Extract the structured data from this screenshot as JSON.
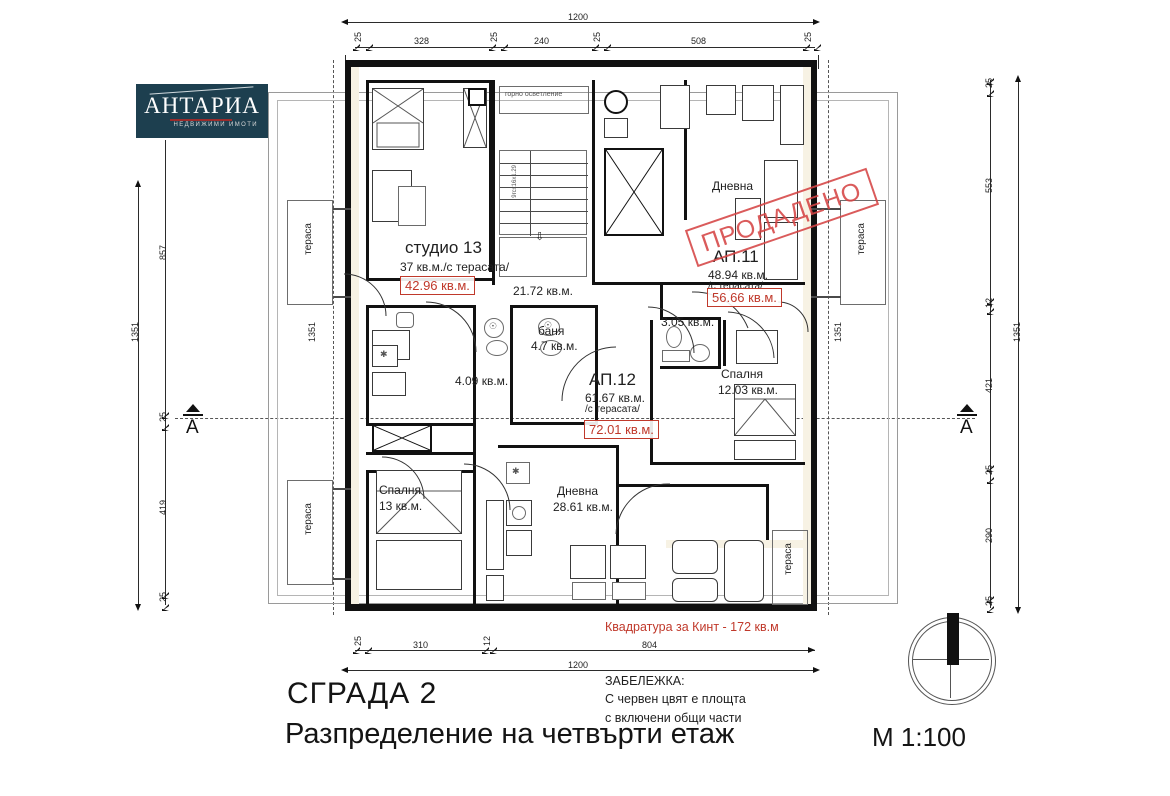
{
  "logo": {
    "name": "АНТАРИА",
    "tagline": "НЕДВИЖИМИ ИМОТИ"
  },
  "titles": {
    "building": "СГРАДА  2",
    "subtitle": "Разпределение на четвърти етаж",
    "scale": "М 1:100"
  },
  "note": {
    "heading": "ЗАБЕЛЕЖКА:",
    "line1": "С червен цвят е площта",
    "line2": "с включени общи части"
  },
  "kint": "Квадратура за Кинт - 172 кв.м",
  "stamp": "ПРОДАДЕНО",
  "units": [
    {
      "id": "studio-13",
      "title": "студио  13",
      "area": "37 кв.м./с терасата/",
      "area_red": "42.96 кв.м."
    },
    {
      "id": "ap-11",
      "title": "АП.11",
      "area": "48.94 кв.м.",
      "area_sub": "/с терасата/",
      "area_red": "56.66 кв.м."
    },
    {
      "id": "ap-12",
      "title": "АП.12",
      "area": "61.67 кв.м.",
      "area_sub": "/с терасата/",
      "area_red": "72.01 кв.м."
    }
  ],
  "rooms": [
    {
      "id": "studio-main",
      "name": "",
      "area": "21.72 кв.м."
    },
    {
      "id": "ap11-living",
      "name": "Дневна",
      "area": ""
    },
    {
      "id": "ap11-bath",
      "name": "",
      "area": "3.05 кв.м."
    },
    {
      "id": "ap11-bedroom",
      "name": "Спалня",
      "area": "12.03 кв.м."
    },
    {
      "id": "ap12-bath",
      "name": "баня",
      "area": "4.7 кв.м."
    },
    {
      "id": "studio-bath",
      "name": "",
      "area": "4.09 кв.м."
    },
    {
      "id": "ap12-bedroom",
      "name": "Спалня",
      "area": "13 кв.м."
    },
    {
      "id": "ap12-living",
      "name": "Дневна",
      "area": "28.61 кв.м."
    }
  ],
  "terraces": {
    "label": "тераса",
    "count": 4
  },
  "stairs": {
    "skylight": "горно осветление",
    "riser_note": "9гсх16х1.29"
  },
  "section_mark": "A",
  "dimensions": {
    "top_total": "1200",
    "top_chain": [
      "25",
      "328",
      "25",
      "240",
      "25",
      "508",
      "25"
    ],
    "bottom_total": "1200",
    "bottom_chain": [
      "25",
      "310",
      "12",
      "804"
    ],
    "left_total": "1351",
    "left_chain": [
      "857",
      "25",
      "419",
      "25"
    ],
    "right_total": "1351",
    "right_chain": [
      "25",
      "553",
      "12",
      "421",
      "25",
      "290",
      "25"
    ],
    "inner_left_total": "1351",
    "inner_right_total": "1351"
  },
  "colors": {
    "red": "#c0392b",
    "stamp_red": "#d64545",
    "ink": "#111111",
    "brand": "#1d3f4f"
  }
}
